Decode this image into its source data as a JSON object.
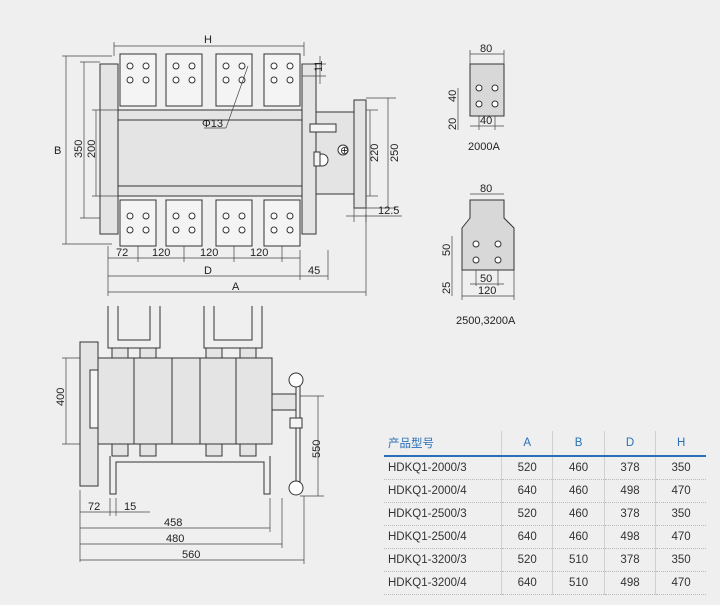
{
  "top_view": {
    "dim_h": "H",
    "dim_b": "B",
    "dim_350": "350",
    "dim_200": "200",
    "dim_11": "11",
    "hole_dia": "Φ13",
    "dim_220": "220",
    "dim_250": "250",
    "dim_12_5": "12.5",
    "dim_72": "72",
    "dim_120": "120",
    "dim_d": "D",
    "dim_45": "45",
    "dim_a": "A"
  },
  "terminal_2000": {
    "dim_80": "80",
    "dim_40a": "40",
    "dim_20": "20",
    "dim_40b": "40",
    "caption": "2000A"
  },
  "terminal_3200": {
    "dim_80": "80",
    "dim_50a": "50",
    "dim_25": "25",
    "dim_50b": "50",
    "dim_120": "120",
    "caption": "2500,3200A"
  },
  "side_view": {
    "dim_400": "400",
    "dim_550": "550",
    "dim_72": "72",
    "dim_15": "15",
    "dim_458": "458",
    "dim_480": "480",
    "dim_560": "560"
  },
  "table": {
    "headers": [
      "产品型号",
      "A",
      "B",
      "D",
      "H"
    ],
    "rows": [
      [
        "HDKQ1-2000/3",
        "520",
        "460",
        "378",
        "350"
      ],
      [
        "HDKQ1-2000/4",
        "640",
        "460",
        "498",
        "470"
      ],
      [
        "HDKQ1-2500/3",
        "520",
        "460",
        "378",
        "350"
      ],
      [
        "HDKQ1-2500/4",
        "640",
        "460",
        "498",
        "470"
      ],
      [
        "HDKQ1-3200/3",
        "520",
        "510",
        "378",
        "350"
      ],
      [
        "HDKQ1-3200/4",
        "640",
        "510",
        "498",
        "470"
      ]
    ]
  },
  "colors": {
    "header_blue": "#2a6fb8",
    "background": "#efefef",
    "line": "#333333"
  }
}
